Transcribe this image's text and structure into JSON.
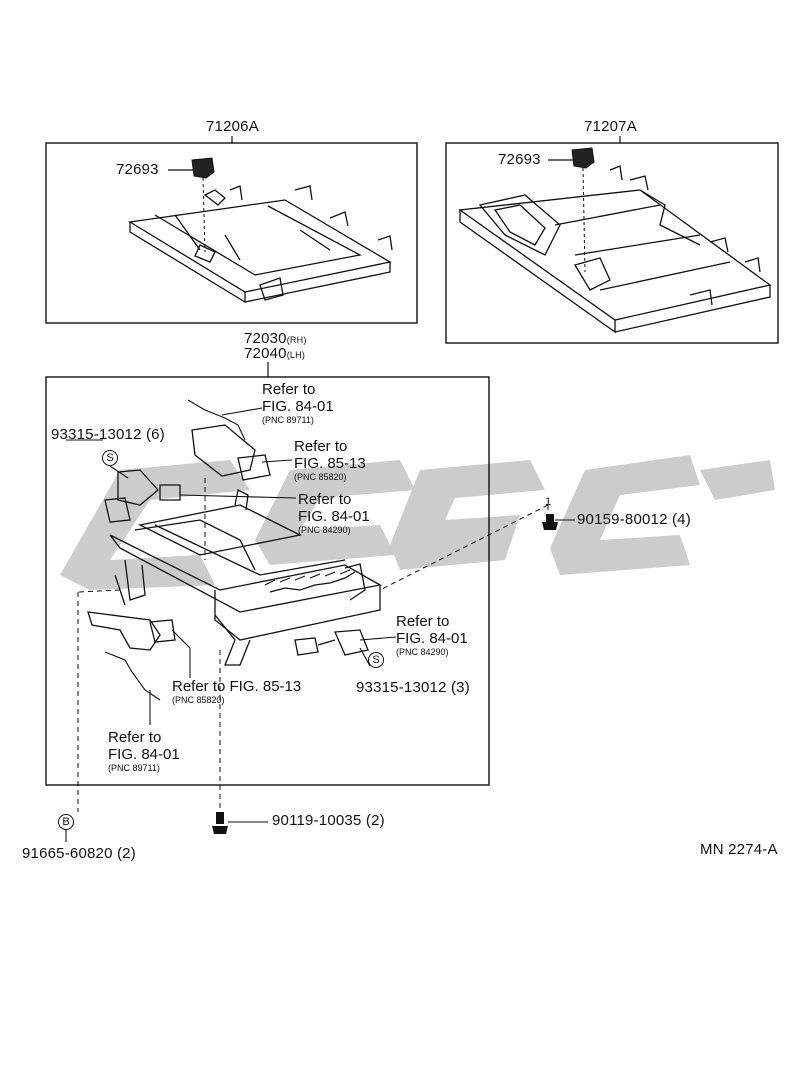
{
  "assemblies": {
    "left_frame": "71206A",
    "right_frame": "71207A",
    "track_rh": "72030",
    "track_rh_suffix": "(RH)",
    "track_lh": "72040",
    "track_lh_suffix": "(LH)"
  },
  "parts": {
    "clip_left": "72693",
    "clip_right": "72693",
    "screw_upper": "93315-13012 (6)",
    "screw_lower": "93315-13012 (3)",
    "bolt_right": "90159-80012 (4)",
    "bolt_bottom": "90119-10035 (2)",
    "bolt_b": "91665-60820 (2)"
  },
  "refs": {
    "r1_line1": "Refer to",
    "r1_line2": "FIG. 84-01",
    "r1_pnc": "(PNC 89711)",
    "r2_line1": "Refer to",
    "r2_line2": "FIG. 85-13",
    "r2_pnc": "(PNC 85820)",
    "r3_line1": "Refer to",
    "r3_line2": "FIG. 84-01",
    "r3_pnc": "(PNC 84290)",
    "r4_line1": "Refer to",
    "r4_line2": "FIG. 84-01",
    "r4_pnc": "(PNC 84290)",
    "r5_line1": "Refer to FIG. 85-13",
    "r5_pnc": "(PNC 85820)",
    "r6_line1": "Refer to",
    "r6_line2": "FIG. 84-01",
    "r6_pnc": "(PNC 89711)"
  },
  "symbols": {
    "s": "S",
    "b": "B",
    "one": "1"
  },
  "diagram_code": "MN 2274-A",
  "watermark_color": "#c4c4c4"
}
